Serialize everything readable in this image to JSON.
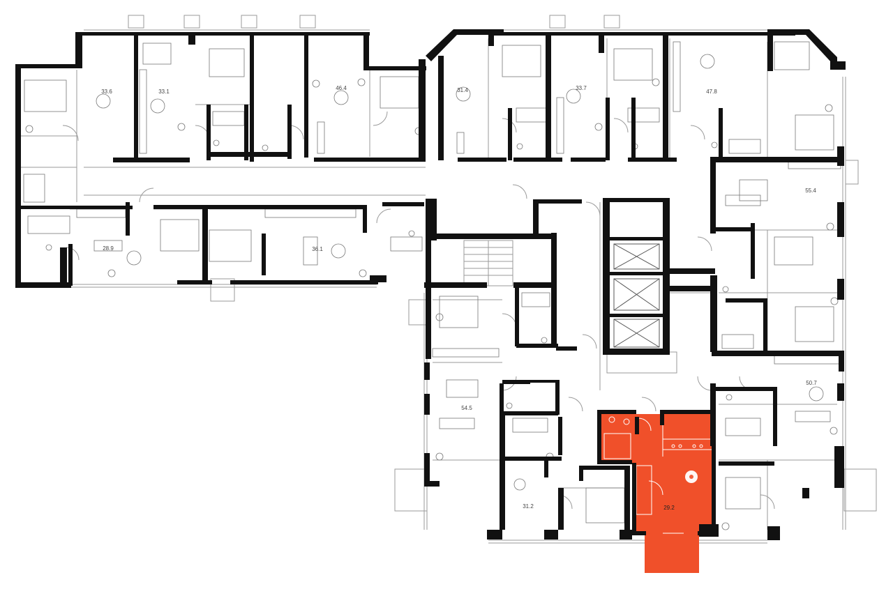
{
  "plan": {
    "colors": {
      "wall": "#111111",
      "thin_line": "#9a9a9a",
      "highlight": "#f0502a",
      "background": "#ffffff"
    },
    "apartments": [
      {
        "id": "apt-1",
        "area": "33.6",
        "highlighted": false
      },
      {
        "id": "apt-2",
        "area": "33.1",
        "highlighted": false
      },
      {
        "id": "apt-3",
        "area": "46.4",
        "highlighted": false
      },
      {
        "id": "apt-4",
        "area": "31.4",
        "highlighted": false
      },
      {
        "id": "apt-5",
        "area": "33.7",
        "highlighted": false
      },
      {
        "id": "apt-6",
        "area": "47.8",
        "highlighted": false
      },
      {
        "id": "apt-7",
        "area": "28.9",
        "highlighted": false
      },
      {
        "id": "apt-8",
        "area": "36.1",
        "highlighted": false
      },
      {
        "id": "apt-9",
        "area": "55.4",
        "highlighted": false
      },
      {
        "id": "apt-10",
        "area": "54.5",
        "highlighted": false
      },
      {
        "id": "apt-11",
        "area": "50.7",
        "highlighted": false
      },
      {
        "id": "apt-12",
        "area": "31.2",
        "highlighted": false
      },
      {
        "id": "apt-13",
        "area": "29.2",
        "highlighted": true
      }
    ]
  }
}
